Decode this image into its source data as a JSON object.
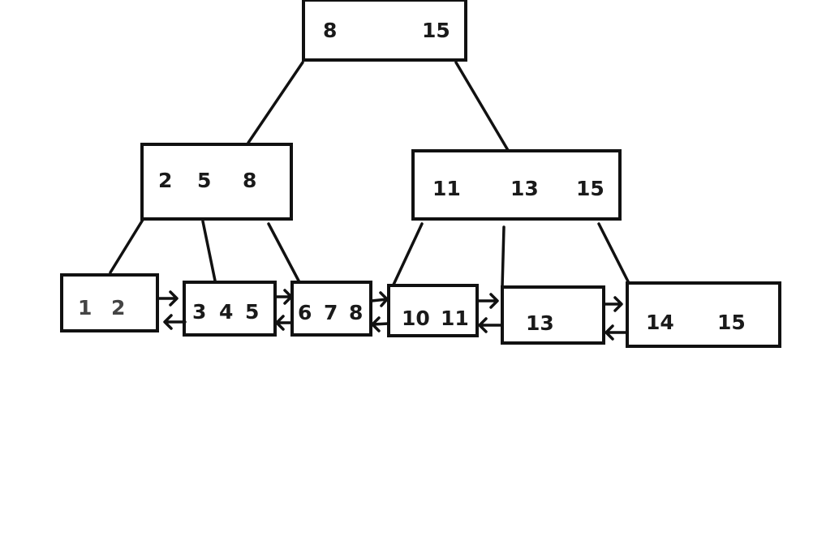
{
  "diagram": {
    "root": {
      "keys": [
        "8",
        "15"
      ]
    },
    "internal": [
      {
        "keys": [
          "2",
          "5",
          "8"
        ]
      },
      {
        "keys": [
          "11",
          "13",
          "15"
        ]
      }
    ],
    "leaves": [
      {
        "keys": [
          "1",
          "2"
        ]
      },
      {
        "keys": [
          "3",
          "4",
          "5"
        ]
      },
      {
        "keys": [
          "6",
          "7",
          "8"
        ]
      },
      {
        "keys": [
          "10",
          "11"
        ]
      },
      {
        "keys": [
          "13"
        ]
      },
      {
        "keys": [
          "14",
          "15"
        ]
      }
    ],
    "colors": {
      "stroke": "#111111",
      "text": "#1a1a1a",
      "background": "#ffffff"
    }
  }
}
